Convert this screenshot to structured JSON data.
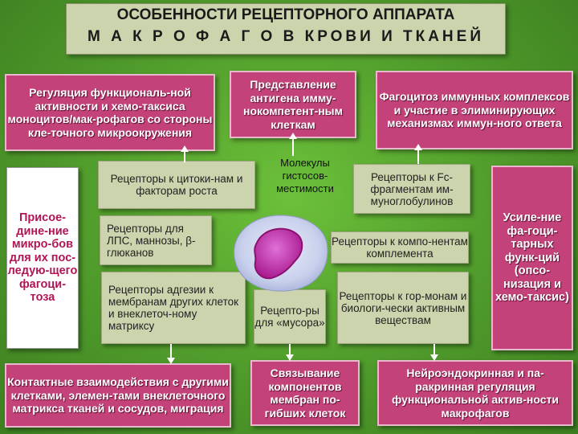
{
  "title": {
    "line1": "ОСОБЕННОСТИ РЕЦЕПТОРНОГО АППАРАТА",
    "line2": "М А К Р О Ф А Г О В КРОВИ И ТКАНЕЙ"
  },
  "top_boxes": {
    "regulation": "Регуляция функциональ-ной активности и хемо-таксиса моноцитов/мак-рофагов со стороны кле-точного микроокружения",
    "antigen": "Представление антигена имму-нокомпетент-ным клеткам",
    "phagocytosis": "Фагоцитоз иммунных комплексов и участие в элиминирующих механизмах иммун-ного ответа"
  },
  "side_boxes": {
    "left": "Присое-дине-ние микро-бов для их пос-ледую-щего фагоци-тоза",
    "right": "Усиле-ние фа-гоци-тарных функ-ций (опсо-низация и хемо-таксис)"
  },
  "receptors": {
    "cytokines": "Рецепторы к цитоки-нам и факторам роста",
    "histocompat": "Молекулы гистосов-местимости",
    "fc": "Рецепторы к Fc-фрагментам им-муноглобулинов",
    "lps": "Рецепторы для ЛПС, маннозы, β-глюканов",
    "complement": "Рецепторы к компо-нентам комплемента",
    "adhesion": "Рецепторы адгезии к мембранам других клеток и внеклеточ-ному матриксу",
    "debris": "Рецепто-ры для «мусора»",
    "hormones": "Рецепторы к гор-монам и биологи-чески активным веществам"
  },
  "bottom_boxes": {
    "contacts": "Контактные взаимодействия с другими клетками, элемен-тами внеклеточного матрикса тканей и сосудов, миграция",
    "binding": "Связывание компонентов мембран по-гибших клеток",
    "neuro": "Нейроэндокринная и па-ракринная регуляция функциональной актив-ности макрофагов"
  },
  "colors": {
    "background": "#4f9a2b",
    "pink_box": "#c3427a",
    "gray_box": "#ccd4ad",
    "cell_nucleus": "#b21a8f"
  }
}
